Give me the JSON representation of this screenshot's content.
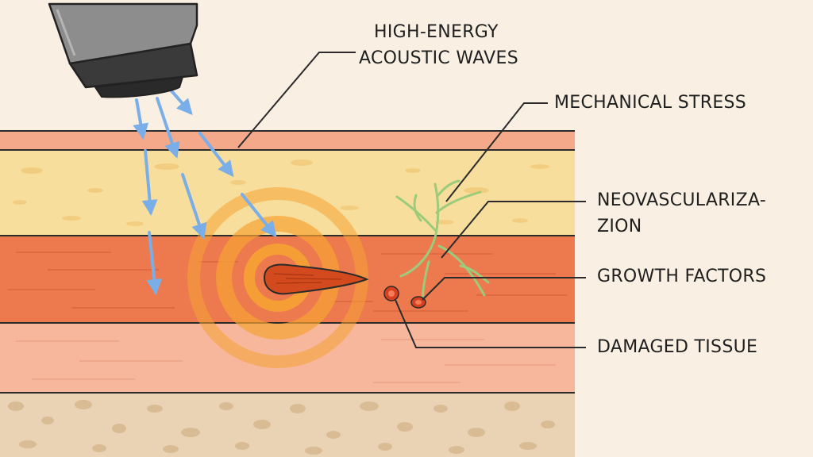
{
  "labels": {
    "acoustic_line1": "HIGH-ENERGY",
    "acoustic_line2": "ACOUSTIC WAVES",
    "mechanical_stress": "MECHANICAL STRESS",
    "neovasc_line1": "NEOVASCULARIZA-",
    "neovasc_line2": "ZION",
    "growth_factors": "GROWTH FACTORS",
    "damaged_tissue": "DAMAGED TISSUE"
  },
  "colors": {
    "background": "#f9efe3",
    "skin": "#f3a98a",
    "fat": "#f8de9c",
    "muscle": "#ec7a4e",
    "deep_tissue": "#f6b79c",
    "bone": "#ead2b5",
    "wave_arrows": "#7aaee8",
    "shockwave": "#f6a234",
    "vessels": "#9ccb7b",
    "lesion": "#d34a1e",
    "applicator": "#8d8d8d"
  }
}
